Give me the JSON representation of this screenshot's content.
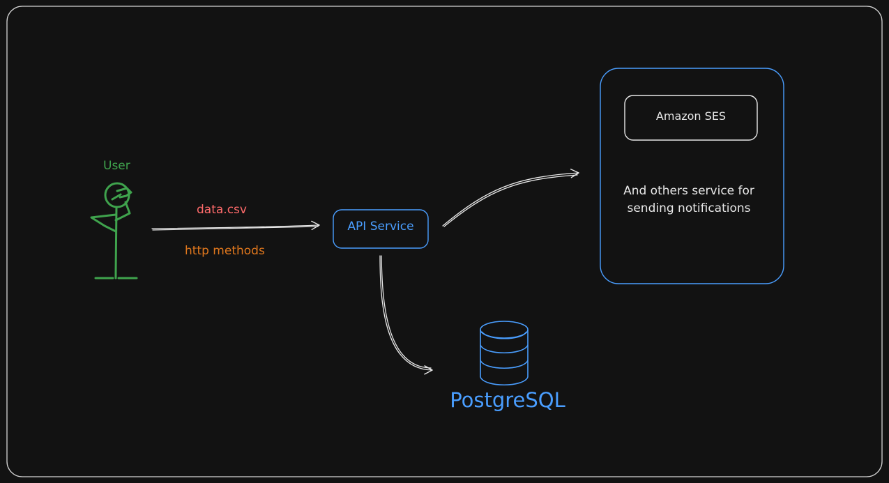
{
  "diagram": {
    "colors": {
      "background": "#121212",
      "frame": "#d6d6d6",
      "user": "#3fa34d",
      "csv_label": "#ff6b6b",
      "http_label": "#e0771d",
      "service_blue": "#4a9eff",
      "box_white": "#e8e8e8",
      "arrow": "#e8e8e8",
      "database": "#4a9eff"
    },
    "user": {
      "label": "User",
      "icon": "stick-figure-icon"
    },
    "request": {
      "payload_label": "data.csv",
      "method_label": "http methods"
    },
    "api_service": {
      "label": "API Service"
    },
    "notification_group": {
      "ses_label": "Amazon SES",
      "others_label": "And others service for sending notifications"
    },
    "database": {
      "label": "PostgreSQL",
      "icon": "database-cylinder-icon"
    }
  }
}
